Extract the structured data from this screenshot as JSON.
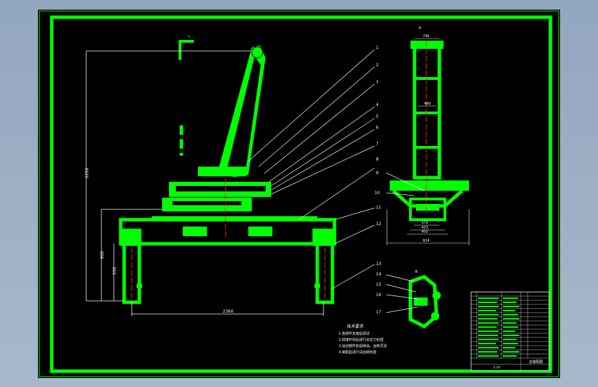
{
  "drawing": {
    "balloons": [
      "1",
      "2",
      "3",
      "4",
      "5",
      "6",
      "7",
      "8",
      "9",
      "10",
      "11",
      "12",
      "13",
      "14",
      "15",
      "16",
      "17"
    ],
    "view_labels": {
      "side": "A",
      "detail": "B"
    },
    "dimensions": {
      "height_total": "2250",
      "height_leg_outer": "900",
      "height_leg_inner": "550",
      "base_width": "2360",
      "top_width": "740",
      "mid_width": "490",
      "bottom_w1": "370",
      "bottom_w2": "423",
      "bottom_w3": "450",
      "bottom_w4": "824"
    },
    "notes": {
      "title": "技术要求",
      "lines": [
        "1.各部件安装后调试",
        "2.焊接件焊后进行去应力处理",
        "3.运动部件加润滑油，运转灵活",
        "4.装配后进行试运转检验"
      ]
    },
    "title_block": {
      "drawing_name": "总装配图",
      "scale": "1:10"
    }
  },
  "colors": {
    "line": "#00ff00",
    "center": "#ff2020",
    "paper": "#000000",
    "text": "#ffffff"
  }
}
